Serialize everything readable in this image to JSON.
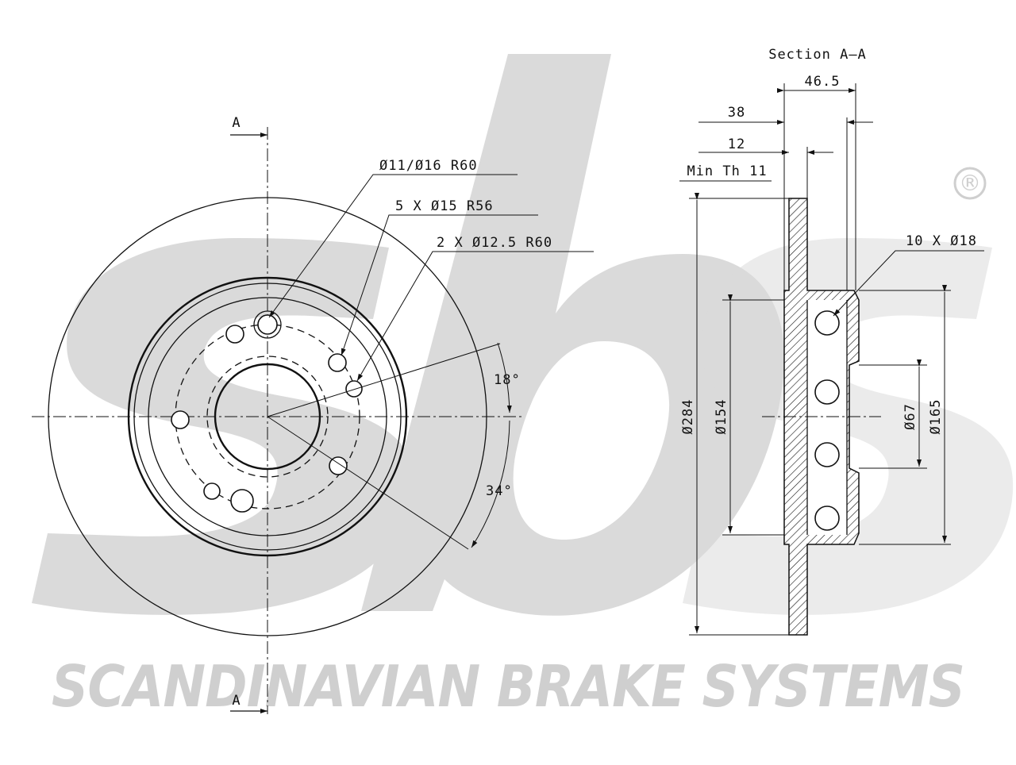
{
  "brand": {
    "name": "SCANDINAVIAN BRAKE SYSTEMS",
    "registered_mark": "®",
    "watermark_color": "#cfcfcf"
  },
  "front_view": {
    "section_marker": "A",
    "labels": {
      "hole_a": "Ø11/Ø16 R60",
      "bolt_holes": "5 X Ø15 R56",
      "hole_b": "2 X Ø12.5 R60",
      "angle_1": "18°",
      "angle_2": "34°"
    }
  },
  "section_view": {
    "title": "Section A–A",
    "dims": {
      "overall_width": "46.5",
      "width_38": "38",
      "width_12": "12",
      "min_thickness": "Min Th 11",
      "vent_holes": "10 X Ø18",
      "outer_diameter": "Ø284",
      "hat_diameter": "Ø154",
      "center_bore": "Ø67",
      "hat_outer": "Ø165"
    }
  },
  "colors": {
    "line": "#111111",
    "background": "#ffffff"
  }
}
